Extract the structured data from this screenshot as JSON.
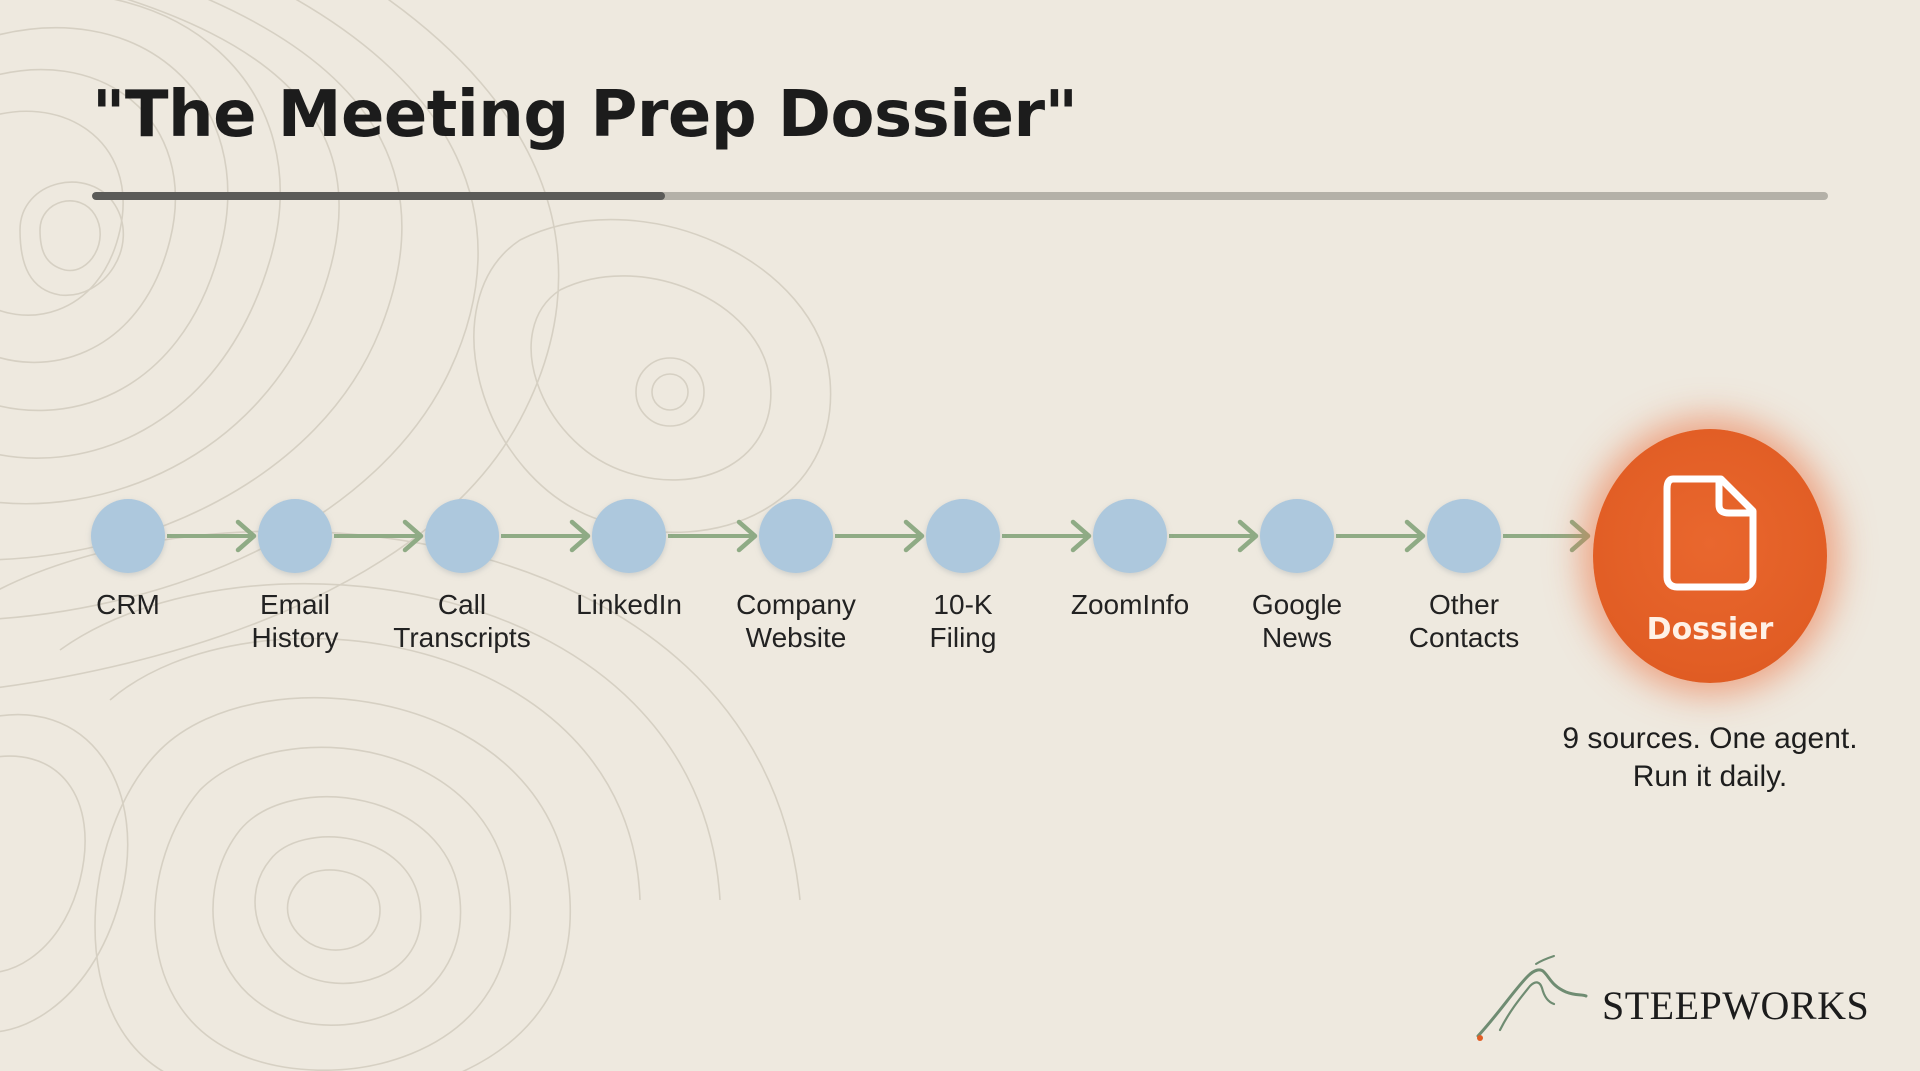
{
  "title": "\"The Meeting Prep Dossier\"",
  "progress": {
    "fraction": 0.33
  },
  "sources": [
    {
      "line1": "CRM",
      "line2": ""
    },
    {
      "line1": "Email",
      "line2": "History"
    },
    {
      "line1": "Call",
      "line2": "Transcripts"
    },
    {
      "line1": "LinkedIn",
      "line2": ""
    },
    {
      "line1": "Company",
      "line2": "Website"
    },
    {
      "line1": "10-K",
      "line2": "Filing"
    },
    {
      "line1": "ZoomInfo",
      "line2": ""
    },
    {
      "line1": "Google",
      "line2": "News"
    },
    {
      "line1": "Other",
      "line2": "Contacts"
    }
  ],
  "output": {
    "label": "Dossier",
    "icon": "document-icon"
  },
  "caption": {
    "line1": "9 sources. One agent.",
    "line2": "Run it daily."
  },
  "brand": {
    "name": "STEEPWORKS",
    "icon": "mountain-logo-icon"
  },
  "colors": {
    "background": "#eee9df",
    "node": "#adc8dd",
    "arrow": "#8fab85",
    "output": "#e15d24",
    "progress_fill": "#5b5b58",
    "progress_track": "#b4b1a8"
  }
}
